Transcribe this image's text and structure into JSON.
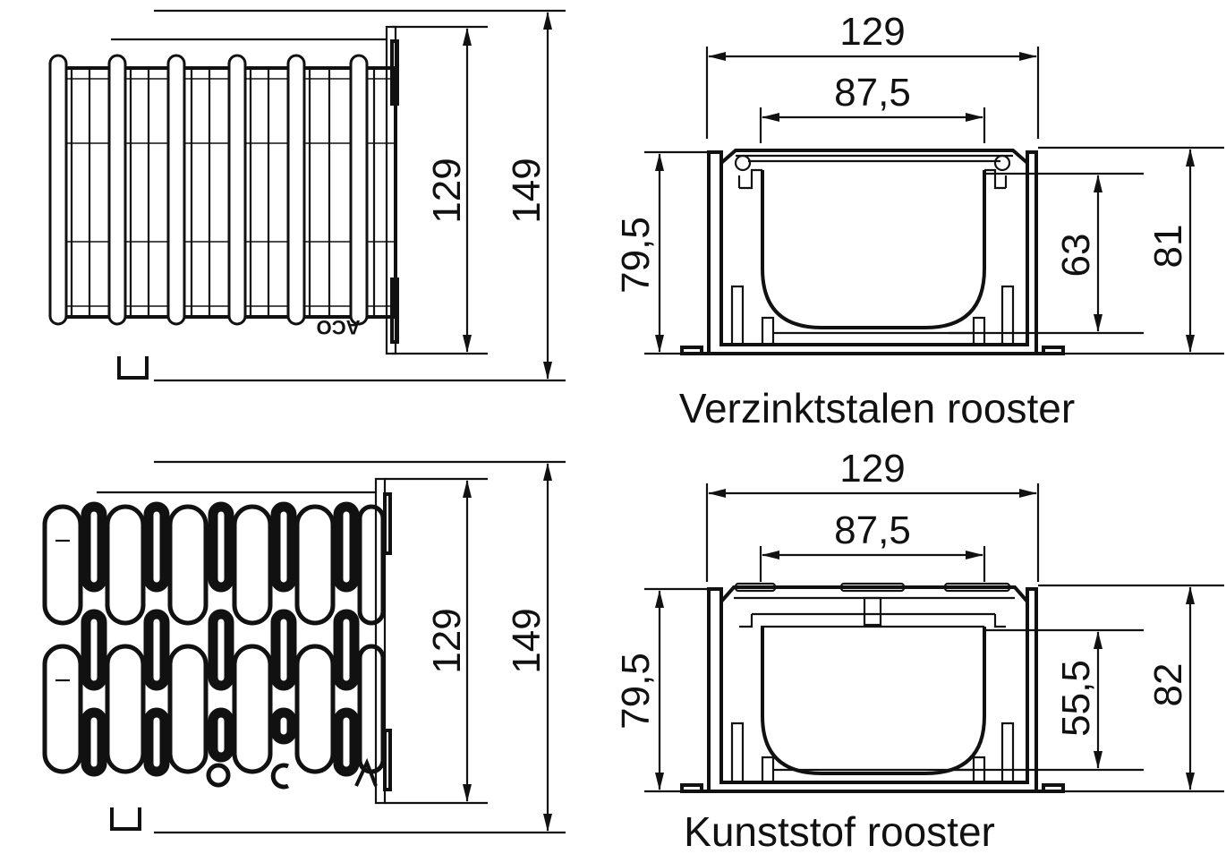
{
  "panels": {
    "top": {
      "plan": {
        "dim_inner": "129",
        "dim_outer": "149",
        "logo": "ACO"
      },
      "section": {
        "dim_width": "129",
        "dim_opening": "87,5",
        "dim_height_left": "79,5",
        "dim_depth": "63",
        "dim_height_right": "81"
      },
      "caption": "Verzinktstalen rooster"
    },
    "bottom": {
      "plan": {
        "dim_inner": "129",
        "dim_outer": "149",
        "logo": "ACO"
      },
      "section": {
        "dim_width": "129",
        "dim_opening": "87,5",
        "dim_height_left": "79,5",
        "dim_depth": "55,5",
        "dim_height_right": "82"
      },
      "caption": "Kunststof rooster"
    }
  }
}
